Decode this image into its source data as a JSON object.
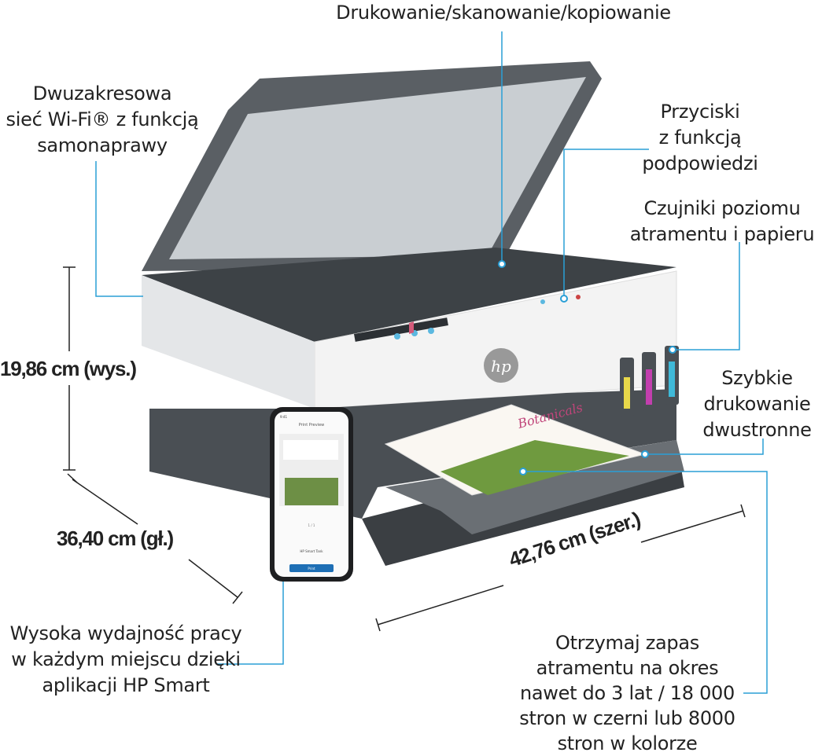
{
  "callouts": {
    "print_scan_copy": "Drukowanie/skanowanie/kopiowanie",
    "wifi": [
      "Dwuzakresowa",
      "sieć Wi-Fi® z funkcją",
      "samonaprawy"
    ],
    "buttons": [
      "Przyciski",
      "z funkcją",
      "podpowiedzi"
    ],
    "sensors": [
      "Czujniki poziomu",
      "atramentu i papieru"
    ],
    "duplex": [
      "Szybkie",
      "drukowanie",
      "dwustronne"
    ],
    "app": [
      "Wysoka wydajność pracy",
      "w każdym miejscu dzięki",
      "aplikacji HP Smart"
    ],
    "ink_supply": [
      "Otrzymaj zapas",
      "atramentu na okres",
      "nawet do 3 lat / 18 000",
      "stron w czerni lub 8000",
      "stron w kolorze"
    ]
  },
  "dimensions": {
    "height": "19,86 cm (wys.)",
    "depth": "36,40 cm (gł.)",
    "width": "42,76 cm (szer.)"
  },
  "phone": {
    "time": "9:41",
    "title": "Print Preview",
    "page_count": "1 / 1",
    "printer": "HP Smart Tank",
    "print_button": "Print"
  },
  "printed_page": {
    "heading": "Botanicals"
  },
  "logo": "hp",
  "colors": {
    "callout_line": "#2a9fd6",
    "body": "#f2f2f2",
    "dark": "#4a4f54"
  }
}
